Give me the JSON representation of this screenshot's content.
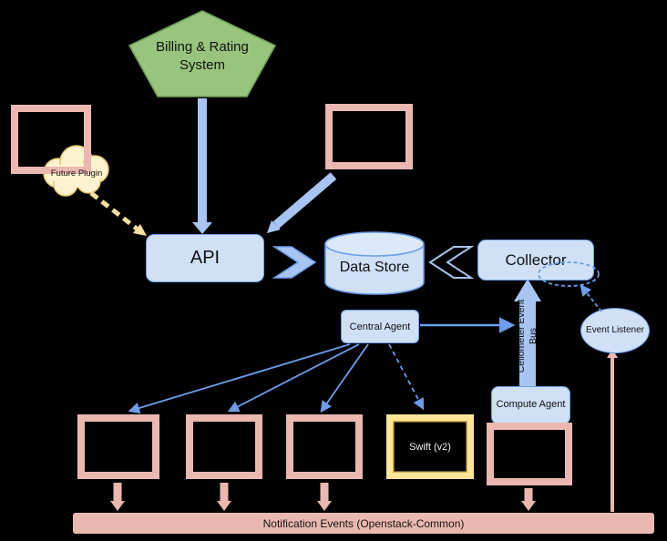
{
  "nodes": {
    "billing_rating": {
      "label": "Billing & Rating System"
    },
    "future_plugin": {
      "label": "Future Plugin"
    },
    "api": {
      "label": "API"
    },
    "data_store": {
      "label": "Data Store"
    },
    "collector": {
      "label": "Collector"
    },
    "central_agent": {
      "label": "Central Agent"
    },
    "event_listener": {
      "label": "Event Listener"
    },
    "ceilometer_event_bus": {
      "label": "Ceilometer Event Bus"
    },
    "compute_agent": {
      "label": "Compute Agent"
    },
    "swift": {
      "label": "Swift (v2)"
    },
    "notification_events": {
      "label": "Notification Events (Openstack-Common)"
    }
  },
  "colors": {
    "background": "#000000",
    "green_fill": "#98c47e",
    "green_border": "#6f9e56",
    "blue_fill": "#cfe0f7",
    "blue_border": "#6d9eeb",
    "arrow_blue": "#a7c4f2",
    "pink": "#eab8b0",
    "cloud_fill": "#fdf3d0",
    "cloud_border": "#e7c76c",
    "swift_border": "#ffe599"
  }
}
